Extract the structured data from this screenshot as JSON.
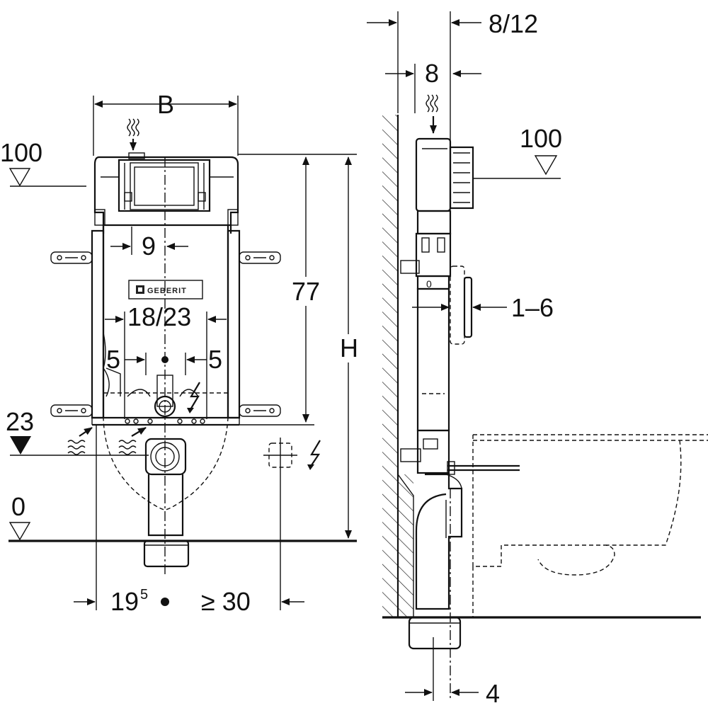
{
  "diagram": {
    "front_view": {
      "width_label": "B",
      "top_level_label": "100",
      "mid_label": "9",
      "logo_label": "GEBERIT",
      "spacing_label": "18/23",
      "left_offset_label": "5",
      "right_offset_label": "5",
      "height_label": "77",
      "total_height_label": "H",
      "level_23_label": "23",
      "floor_level_label": "0",
      "bottom_left_main": "19",
      "bottom_left_sup": "5",
      "bottom_right_label": "≥ 30"
    },
    "side_view": {
      "top_label": "8/12",
      "depth_label": "8",
      "level_label": "100",
      "panel_range_label": "1–6",
      "bottom_label": "4"
    }
  },
  "colors": {
    "line": "#111111",
    "background": "#ffffff",
    "hatch": "#111111"
  },
  "icons": [
    "water-supply-icon",
    "electric-icon",
    "level-marker-icon",
    "dimension-arrow-icon"
  ]
}
